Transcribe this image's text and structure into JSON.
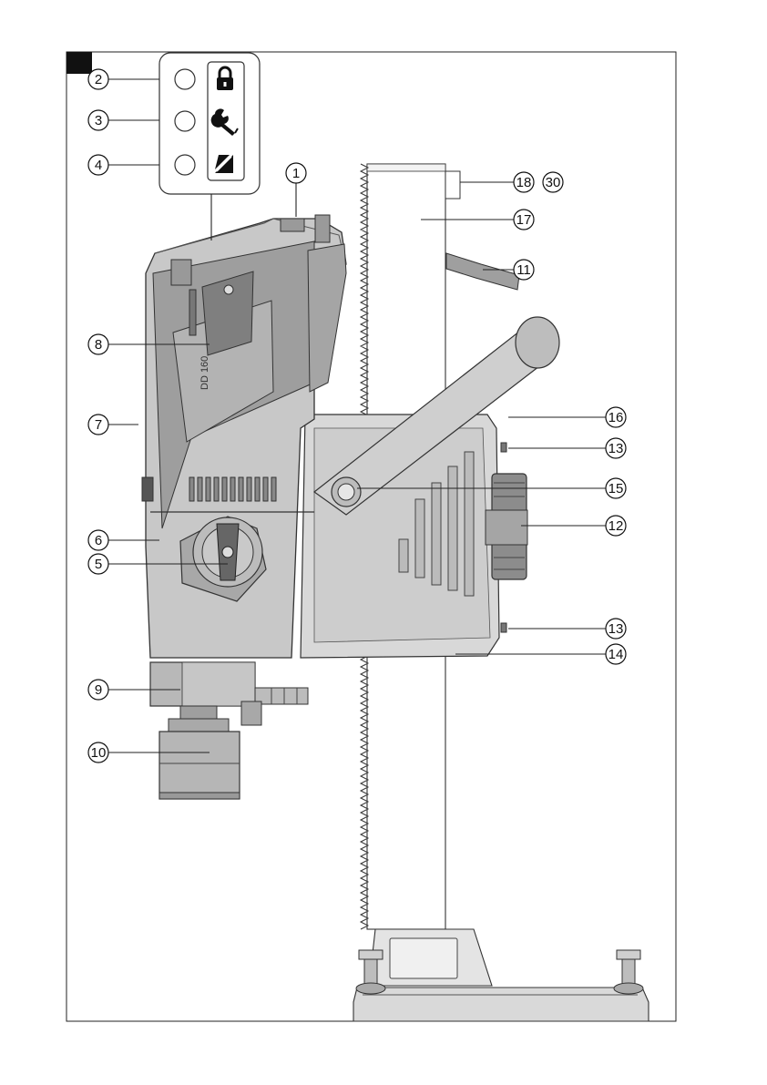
{
  "figure": {
    "model_text": "DD 160",
    "panel_icons": [
      {
        "ref": "2",
        "icon": "padlock-icon"
      },
      {
        "ref": "3",
        "icon": "wrench-icon"
      },
      {
        "ref": "4",
        "icon": "diagonal-arrows-icon"
      }
    ],
    "callouts": {
      "c1": "1",
      "c2": "2",
      "c3": "3",
      "c4": "4",
      "c5": "5",
      "c6": "6",
      "c7": "7",
      "c8": "8",
      "c9": "9",
      "c10": "10",
      "c11": "11",
      "c12": "12",
      "c13a": "13",
      "c13b": "13",
      "c14": "14",
      "c15": "15",
      "c16": "16",
      "c17": "17",
      "c18": "18",
      "c30": "30"
    }
  }
}
